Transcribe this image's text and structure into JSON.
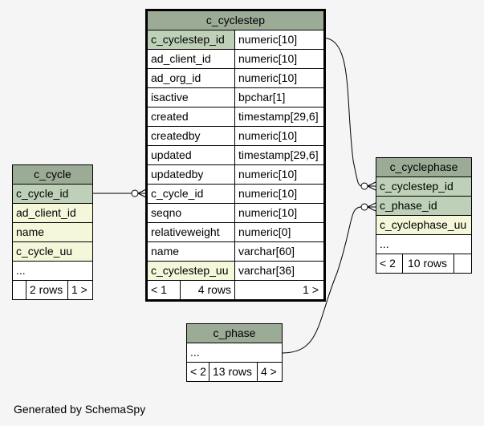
{
  "tables": {
    "c_cyclestep": {
      "name": "c_cyclestep",
      "columns": [
        {
          "name": "c_cyclestep_id",
          "type": "numeric[10]"
        },
        {
          "name": "ad_client_id",
          "type": "numeric[10]"
        },
        {
          "name": "ad_org_id",
          "type": "numeric[10]"
        },
        {
          "name": "isactive",
          "type": "bpchar[1]"
        },
        {
          "name": "created",
          "type": "timestamp[29,6]"
        },
        {
          "name": "createdby",
          "type": "numeric[10]"
        },
        {
          "name": "updated",
          "type": "timestamp[29,6]"
        },
        {
          "name": "updatedby",
          "type": "numeric[10]"
        },
        {
          "name": "c_cycle_id",
          "type": "numeric[10]"
        },
        {
          "name": "seqno",
          "type": "numeric[10]"
        },
        {
          "name": "relativeweight",
          "type": "numeric[0]"
        },
        {
          "name": "name",
          "type": "varchar[60]"
        },
        {
          "name": "c_cyclestep_uu",
          "type": "varchar[36]"
        }
      ],
      "footer": {
        "parents": "< 1",
        "rows": "4 rows",
        "children": "1 >"
      }
    },
    "c_cycle": {
      "name": "c_cycle",
      "columns": [
        "c_cycle_id",
        "ad_client_id",
        "name",
        "c_cycle_uu",
        "..."
      ],
      "footer": {
        "parents": "",
        "rows": "2 rows",
        "children": "1 >"
      }
    },
    "c_cyclephase": {
      "name": "c_cyclephase",
      "columns": [
        "c_cyclestep_id",
        "c_phase_id",
        "c_cyclephase_uu",
        "..."
      ],
      "footer": {
        "parents": "< 2",
        "rows": "10 rows",
        "children": ""
      }
    },
    "c_phase": {
      "name": "c_phase",
      "columns": [
        "..."
      ],
      "footer": {
        "parents": "< 2",
        "rows": "13 rows",
        "children": "4 >"
      }
    }
  },
  "generated_by": "Generated by SchemaSpy",
  "colors": {
    "header": "#9bab96",
    "primary_key": "#bed1b8",
    "foreign_key": "#f4f7da",
    "background": "#f5f5f5"
  }
}
